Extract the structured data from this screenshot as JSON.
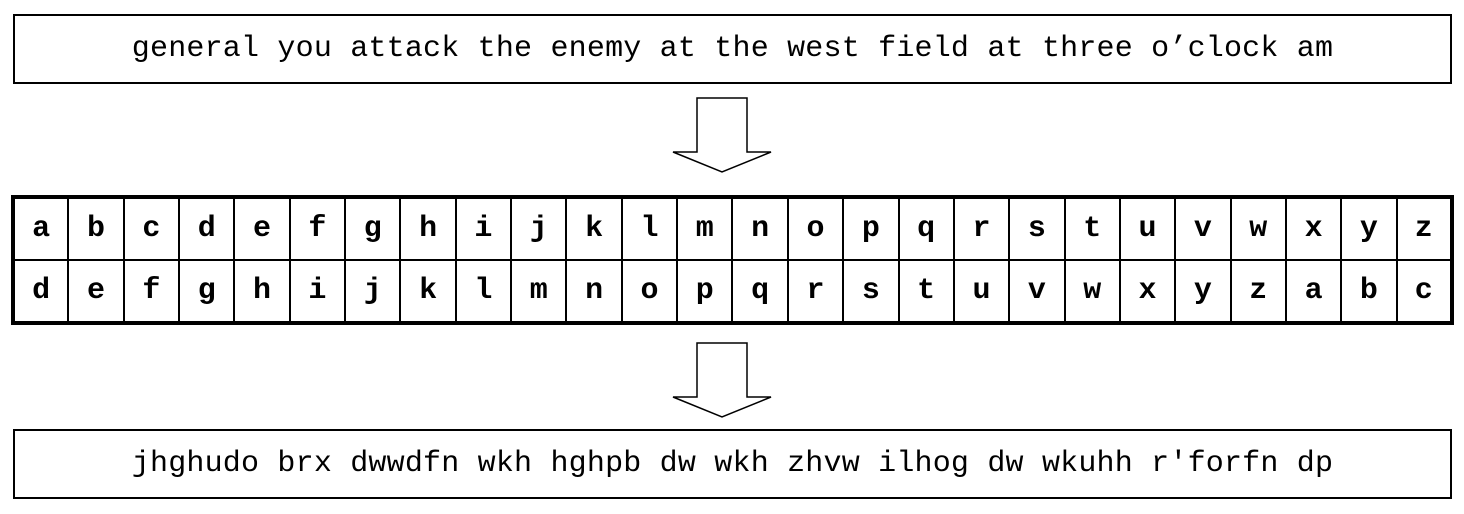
{
  "plaintext": "general you attack the enemy at the west field at three o’clock am",
  "ciphertext": "jhghudo brx dwwdfn wkh hghpb dw wkh zhvw ilhog dw wkuhh r'forfn dp",
  "plain_alphabet": [
    "a",
    "b",
    "c",
    "d",
    "e",
    "f",
    "g",
    "h",
    "i",
    "j",
    "k",
    "l",
    "m",
    "n",
    "o",
    "p",
    "q",
    "r",
    "s",
    "t",
    "u",
    "v",
    "w",
    "x",
    "y",
    "z"
  ],
  "cipher_alphabet": [
    "d",
    "e",
    "f",
    "g",
    "h",
    "i",
    "j",
    "k",
    "l",
    "m",
    "n",
    "o",
    "p",
    "q",
    "r",
    "s",
    "t",
    "u",
    "v",
    "w",
    "x",
    "y",
    "z",
    "a",
    "b",
    "c"
  ],
  "icons": {
    "arrows": "down-arrow-icon"
  },
  "colors": {
    "stroke": "#000000",
    "background": "#ffffff"
  }
}
